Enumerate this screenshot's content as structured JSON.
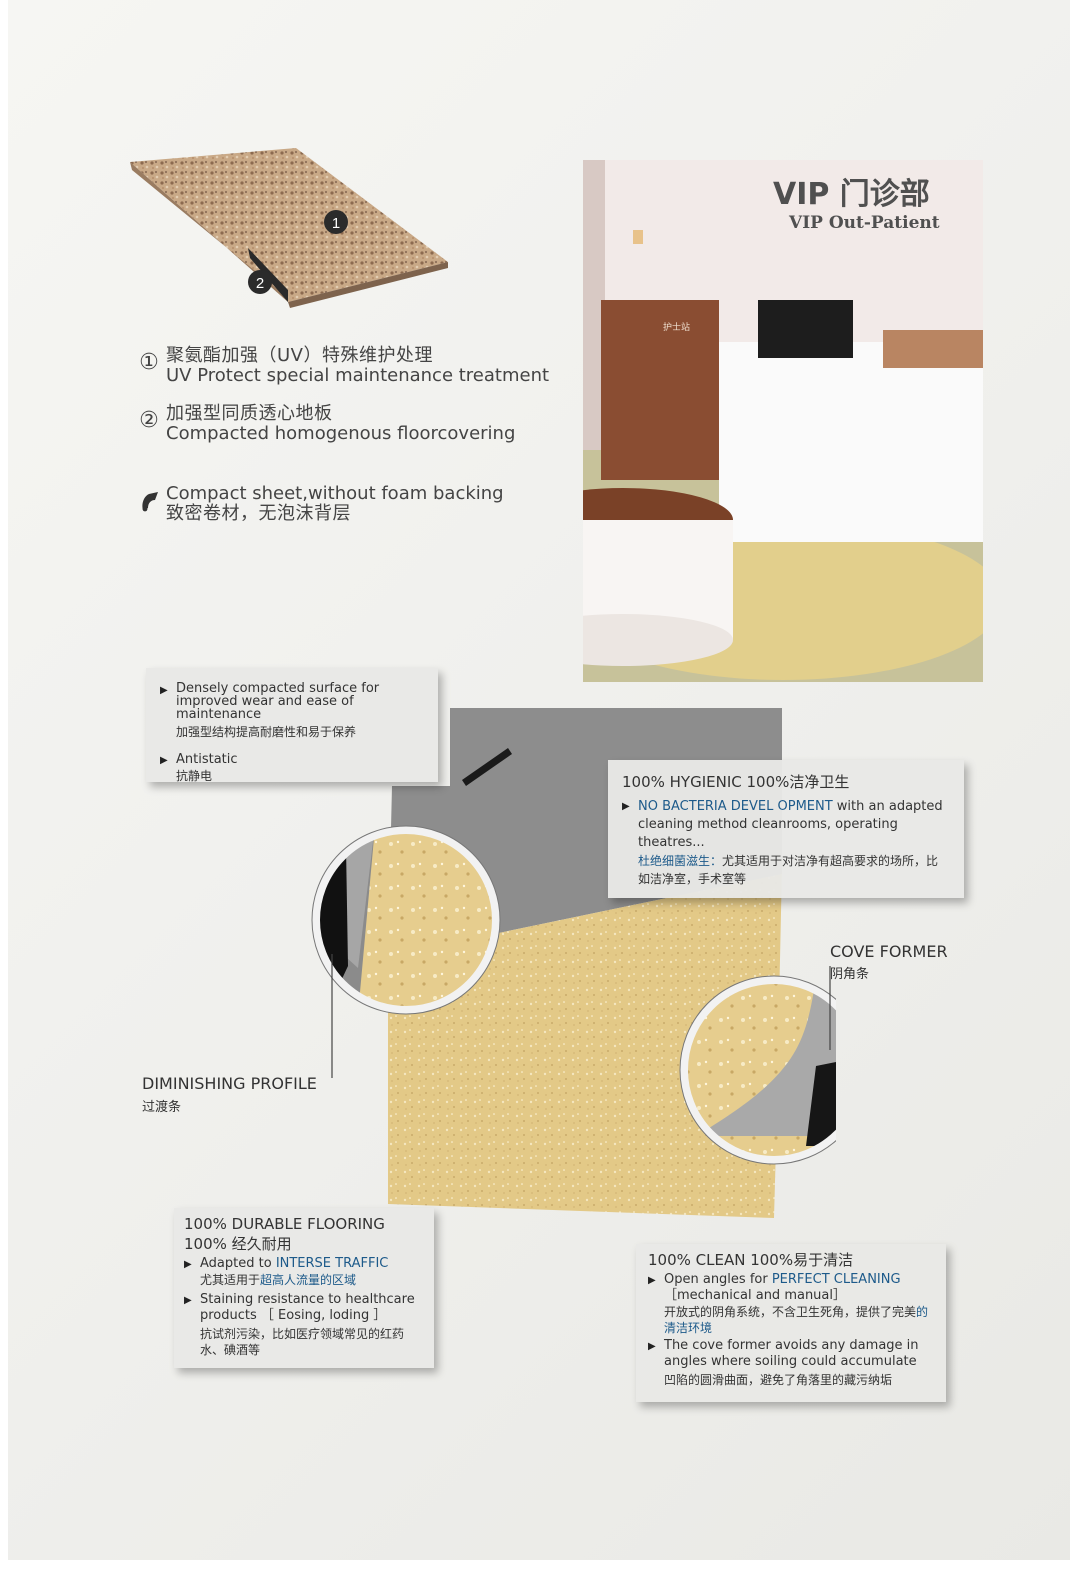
{
  "markers": {
    "one": "1",
    "two": "2"
  },
  "features": [
    {
      "marker": "①",
      "cn": "聚氨酯加强（UV）特殊维护处理",
      "en": "UV Protect special maintenance treatment"
    },
    {
      "marker": "②",
      "cn": "加强型同质透心地板",
      "en": "Compacted homogenous floorcovering"
    },
    {
      "en": "Compact sheet,without foam backing",
      "cn": "致密卷材，无泡沫背层",
      "icon": "roll-icon"
    }
  ],
  "photo": {
    "sign_cn": "VIP 门诊部",
    "sign_en": "VIP Out-Patient",
    "desk_sign": "护士站"
  },
  "card_surface": {
    "item1_en": "Densely compacted surface for improved wear and ease of maintenance",
    "item1_cn": "加强型结构提高耐磨性和易于保养",
    "item2_en": "Antistatic",
    "item2_cn": "抗静电"
  },
  "card_hygienic": {
    "title": "100% HYGIENIC 100%洁净卫生",
    "hl": "NO BACTERIA DEVEL OPMENT",
    "text1": " with an adapted cleaning method    cleanrooms, operating theatres...",
    "cn_hl": "杜绝细菌滋生：",
    "cn": "尤其适用于对洁净有超高要求的场所，比如洁净室，手术室等"
  },
  "cove": {
    "en": "COVE FORMER",
    "cn": "阴角条"
  },
  "diminishing": {
    "en": "DIMINISHING PROFILE",
    "cn": "过渡条"
  },
  "card_durable": {
    "title1": "100% DURABLE FLOORING",
    "title2": "100% 经久耐用",
    "item1_en_a": "Adapted to ",
    "item1_hl": "INTERSE TRAFFIC",
    "item1_cn_a": "尤其适用于",
    "item1_cn_hl": "超高人流量的区域",
    "item2_en": "Staining resistance to healthcare products ［ Eosing, loding ］",
    "item2_cn": "抗试剂污染，比如医疗领域常见的红药水、碘酒等"
  },
  "card_clean": {
    "title": "100% CLEAN 100%易于清洁",
    "item1_en_a": "Open angles for ",
    "item1_hl": "PERFECT CLEANING",
    "item1_en_b": "［mechanical and manual］",
    "item1_cn_a": "开放式的阴角系统，不含卫生死角，提供了完美",
    "item1_cn_hl": "的清洁环境",
    "item2_en": "The cove former avoids any damage in angles where soiling could accumulate",
    "item2_cn": "凹陷的圆滑曲面，避免了角落里的藏污纳垢"
  },
  "colors": {
    "accent_blue": "#1d5a8a",
    "floor_yellow": "#e3c987",
    "wall_gray": "#8d8d8d"
  }
}
